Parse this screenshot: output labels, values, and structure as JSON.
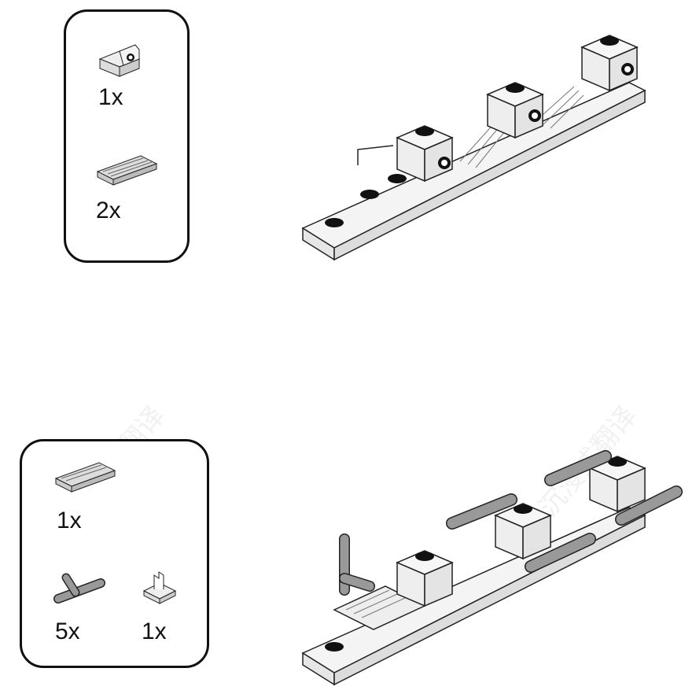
{
  "step1": {
    "parts": [
      {
        "icon": "angle-block-part",
        "quantity": "1x"
      },
      {
        "icon": "rail-plate-part",
        "quantity": "2x"
      }
    ]
  },
  "step2": {
    "parts": [
      {
        "icon": "rail-plate-part",
        "quantity": "1x"
      },
      {
        "icon": "t-tube-connector-part",
        "quantity": "5x"
      },
      {
        "icon": "clip-part",
        "quantity": "1x"
      }
    ]
  },
  "watermark": "沉浸式翻译"
}
